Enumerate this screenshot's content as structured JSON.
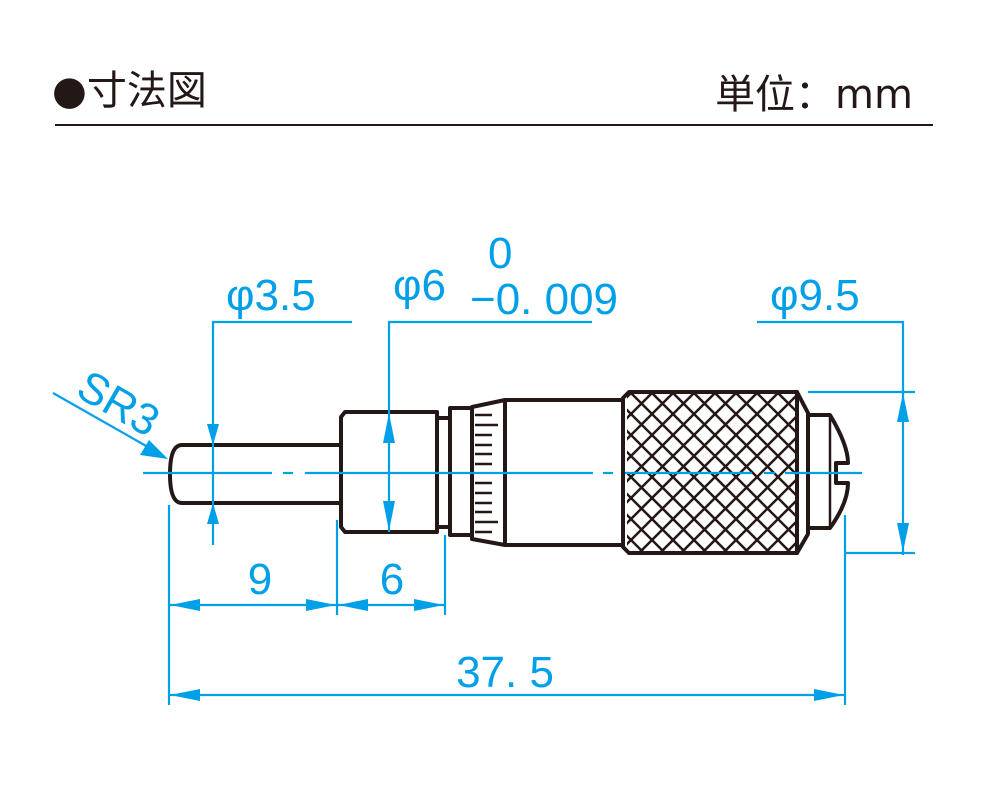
{
  "header": {
    "title": "●寸法図",
    "unit": "単位：mm"
  },
  "dimensions": {
    "sphere_radius": "SR3",
    "spindle_diameter": "φ3.5",
    "sleeve_diameter": "φ6",
    "sleeve_tol_upper": "0",
    "sleeve_tol_lower": "−0. 009",
    "ratchet_diameter": "φ9.5",
    "spindle_length": "9",
    "sleeve_length": "6",
    "total_length": "37. 5"
  },
  "colors": {
    "dimension": "#00a0e9",
    "outline": "#231815"
  }
}
